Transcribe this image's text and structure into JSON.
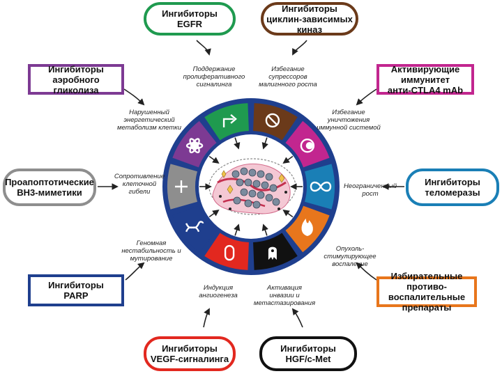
{
  "colors": {
    "green": "#1f9a4f",
    "brown": "#6b3a1a",
    "magenta": "#c2268f",
    "blue": "#1a7fb6",
    "orange": "#e8761c",
    "black": "#111111",
    "red": "#e2281f",
    "navy": "#1f3f8e",
    "gray": "#8e8e8e",
    "purple": "#7d3a93",
    "ring": "#1f3f8e"
  },
  "boxes": {
    "egfr": "Ингибиторы\nEGFR",
    "cdk": "Ингибиторы\nциклин-зависимых киназ",
    "ctla4": "Активирующие иммунитет\nанти-CTLA4 mAb",
    "telomerase": "Ингибиторы\nтеломеразы",
    "anti_inflammatory": "Избирательные противо-\nвоспалительные препараты",
    "hgf": "Ингибиторы\nHGF/c-Met",
    "vegf": "Ингибиторы\nVEGF-сигналинга",
    "parp": "Ингибиторы\nPARP",
    "bh3": "Проапоптотические\nВН3-миметики",
    "glycolysis": "Ингибиторы\nаэробного гликолиза"
  },
  "hallmarks": {
    "proliferative": "Поддержание\nпролиферативного\nсигналинга",
    "suppressors": "Избегание\nсупрессоров\nмалигнного роста",
    "immune": "Избегание\nуничтожения\nиммунной системой",
    "replicative": "Неограниченный\nрост",
    "inflammation": "Опухоль-\nстимулирующее\nвоспаление",
    "invasion": "Активация\nинвазии и\nметастазирования",
    "angiogenesis": "Индукция\nангиогенеза",
    "genome": "Геномная\nнестабильность и\nмутирование",
    "death": "Сопротивление\nклеточной\nгибели",
    "energetics": "Нарушенный\nэнергетический\nметаболизм клетки"
  }
}
